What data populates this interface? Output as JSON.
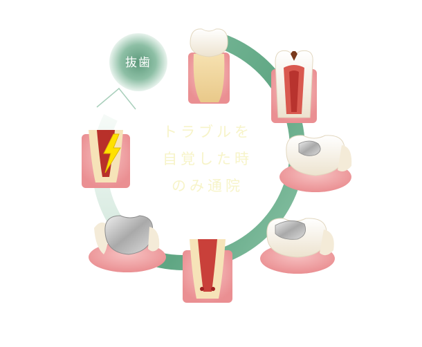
{
  "center_text": {
    "line1": "トラブルを",
    "line2": "自覚した時",
    "line3": "のみ通院"
  },
  "extraction_label": "抜歯",
  "colors": {
    "cycle_green": "#5fa683",
    "cycle_light": "#dfeee6",
    "bubble_dark": "#5e9a7c",
    "gum": "#f3a4a6",
    "tooth": "#fbf5e6",
    "silver": "#c9c9c9",
    "decay": "#8a4a2a",
    "pulp": "#c94b44",
    "lightning": "#ffe100",
    "center_text": "#f7f4c9"
  },
  "stages": [
    {
      "name": "healthy-tooth-icon"
    },
    {
      "name": "cavity-tooth-icon"
    },
    {
      "name": "filled-molar-icon"
    },
    {
      "name": "refilled-molar-icon"
    },
    {
      "name": "pulp-infection-tooth-icon"
    },
    {
      "name": "crowned-molar-icon"
    },
    {
      "name": "cracked-tooth-icon"
    }
  ]
}
